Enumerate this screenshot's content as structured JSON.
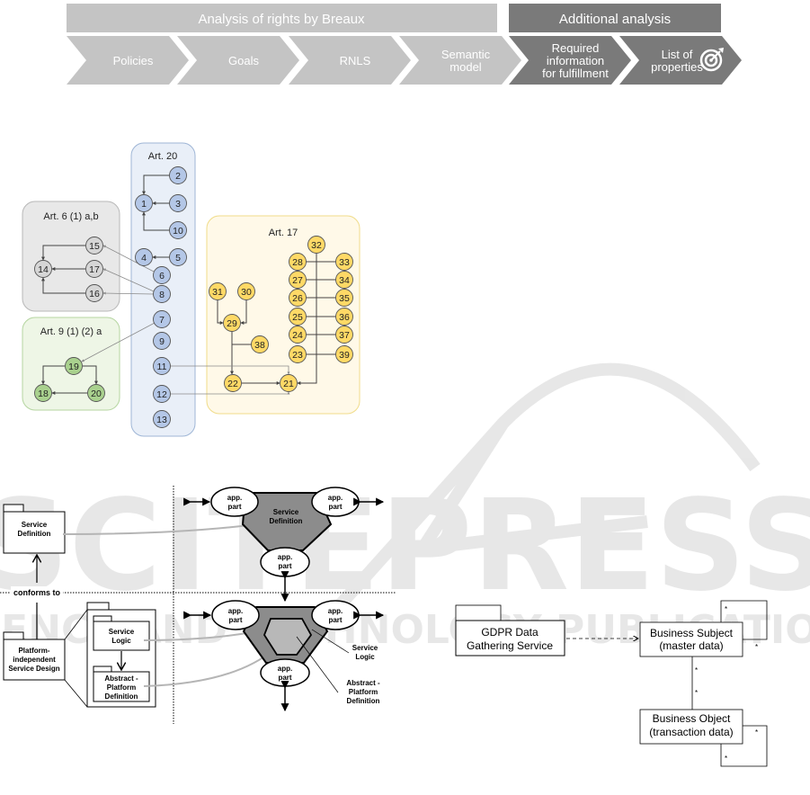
{
  "process_banner": {
    "group_left": {
      "label": "Analysis of rights by Breaux",
      "color": "#c4c4c4"
    },
    "group_right": {
      "label": "Additional analysis",
      "color": "#7a7a7a"
    },
    "steps": [
      {
        "label": [
          "Policies"
        ],
        "color": "#c4c4c4"
      },
      {
        "label": [
          "Goals"
        ],
        "color": "#c4c4c4"
      },
      {
        "label": [
          "RNLS"
        ],
        "color": "#c4c4c4"
      },
      {
        "label": [
          "Semantic",
          "model"
        ],
        "color": "#c4c4c4"
      },
      {
        "label": [
          "Required",
          "information",
          "for fulfillment"
        ],
        "color": "#7a7a7a"
      },
      {
        "label": [
          "List of",
          "properties"
        ],
        "color": "#7a7a7a",
        "icon": "target-icon"
      }
    ]
  },
  "article_graph": {
    "groups": [
      {
        "id": "art6",
        "label": "Art. 6 (1) a,b",
        "fill": "#e8e8e8",
        "stroke": "#b8b8b8",
        "node_fill": "#d6d6d6"
      },
      {
        "id": "art9",
        "label": "Art. 9 (1) (2) a",
        "fill": "#eef6e6",
        "stroke": "#b5d5a0",
        "node_fill": "#a9d18e"
      },
      {
        "id": "art20",
        "label": "Art. 20",
        "fill": "#e9eff8",
        "stroke": "#9fb6d6",
        "node_fill": "#b4c7e7"
      },
      {
        "id": "art17",
        "label": "Art. 17",
        "fill": "#fff9e8",
        "stroke": "#f0dc8a",
        "node_fill": "#ffd966"
      }
    ],
    "nodes": [
      {
        "id": "1",
        "group": "art20"
      },
      {
        "id": "2",
        "group": "art20"
      },
      {
        "id": "3",
        "group": "art20"
      },
      {
        "id": "10",
        "group": "art20"
      },
      {
        "id": "4",
        "group": "art20"
      },
      {
        "id": "5",
        "group": "art20"
      },
      {
        "id": "6",
        "group": "art20"
      },
      {
        "id": "8",
        "group": "art20"
      },
      {
        "id": "7",
        "group": "art20"
      },
      {
        "id": "9",
        "group": "art20"
      },
      {
        "id": "11",
        "group": "art20"
      },
      {
        "id": "12",
        "group": "art20"
      },
      {
        "id": "13",
        "group": "art20"
      },
      {
        "id": "14",
        "group": "art6"
      },
      {
        "id": "15",
        "group": "art6"
      },
      {
        "id": "16",
        "group": "art6"
      },
      {
        "id": "17",
        "group": "art6"
      },
      {
        "id": "18",
        "group": "art9"
      },
      {
        "id": "19",
        "group": "art9"
      },
      {
        "id": "20",
        "group": "art9"
      },
      {
        "id": "21",
        "group": "art17"
      },
      {
        "id": "22",
        "group": "art17"
      },
      {
        "id": "23",
        "group": "art17"
      },
      {
        "id": "24",
        "group": "art17"
      },
      {
        "id": "25",
        "group": "art17"
      },
      {
        "id": "26",
        "group": "art17"
      },
      {
        "id": "27",
        "group": "art17"
      },
      {
        "id": "28",
        "group": "art17"
      },
      {
        "id": "29",
        "group": "art17"
      },
      {
        "id": "30",
        "group": "art17"
      },
      {
        "id": "31",
        "group": "art17"
      },
      {
        "id": "32",
        "group": "art17"
      },
      {
        "id": "33",
        "group": "art17"
      },
      {
        "id": "34",
        "group": "art17"
      },
      {
        "id": "35",
        "group": "art17"
      },
      {
        "id": "36",
        "group": "art17"
      },
      {
        "id": "37",
        "group": "art17"
      },
      {
        "id": "38",
        "group": "art17"
      },
      {
        "id": "39",
        "group": "art17"
      }
    ],
    "edges": [
      [
        "2",
        "1"
      ],
      [
        "3",
        "1"
      ],
      [
        "10",
        "1"
      ],
      [
        "5",
        "4"
      ],
      [
        "15",
        "14"
      ],
      [
        "17",
        "14"
      ],
      [
        "16",
        "14"
      ],
      [
        "6",
        "15"
      ],
      [
        "8",
        "17"
      ],
      [
        "8",
        "16"
      ],
      [
        "7",
        "19"
      ],
      [
        "19",
        "18"
      ],
      [
        "19",
        "20"
      ],
      [
        "20",
        "18"
      ],
      [
        "31",
        "29"
      ],
      [
        "30",
        "29"
      ],
      [
        "29",
        "22"
      ],
      [
        "38",
        "22"
      ],
      [
        "22",
        "21"
      ],
      [
        "11",
        "21"
      ],
      [
        "12",
        "21"
      ],
      [
        "32",
        "21"
      ],
      [
        "28",
        "21"
      ],
      [
        "27",
        "21"
      ],
      [
        "26",
        "21"
      ],
      [
        "25",
        "21"
      ],
      [
        "24",
        "21"
      ],
      [
        "23",
        "21"
      ],
      [
        "33",
        "21"
      ],
      [
        "34",
        "21"
      ],
      [
        "35",
        "21"
      ],
      [
        "36",
        "21"
      ],
      [
        "37",
        "21"
      ],
      [
        "39",
        "21"
      ]
    ]
  },
  "service_design": {
    "pkg_service_definition": [
      "Service",
      "Definition"
    ],
    "pkg_platform_independent": [
      "Platform-",
      "independent",
      "Service Design"
    ],
    "pkg_service_logic": [
      "Service",
      "Logic"
    ],
    "pkg_abstract_platform": [
      "Abstract -",
      "Platform",
      "Definition"
    ],
    "conforms_to": "conforms to",
    "app_part": [
      "app.",
      "part"
    ],
    "hex_service_definition": [
      "Service",
      "Definition"
    ],
    "callout_service_logic": [
      "Service",
      "Logic"
    ],
    "callout_abstract_platform": [
      "Abstract -",
      "Platform",
      "Definition"
    ]
  },
  "data_model": {
    "service_package": [
      "GDPR Data",
      "Gathering Service"
    ],
    "business_subject": [
      "Business Subject",
      "(master data)"
    ],
    "business_object": [
      "Business Object",
      "(transaction data)"
    ],
    "multiplicity": "*"
  },
  "watermark": {
    "line1": "SCITEPRESS",
    "line2": "SCIENCE AND TECHNOLOGY PUBLICATIONS"
  }
}
